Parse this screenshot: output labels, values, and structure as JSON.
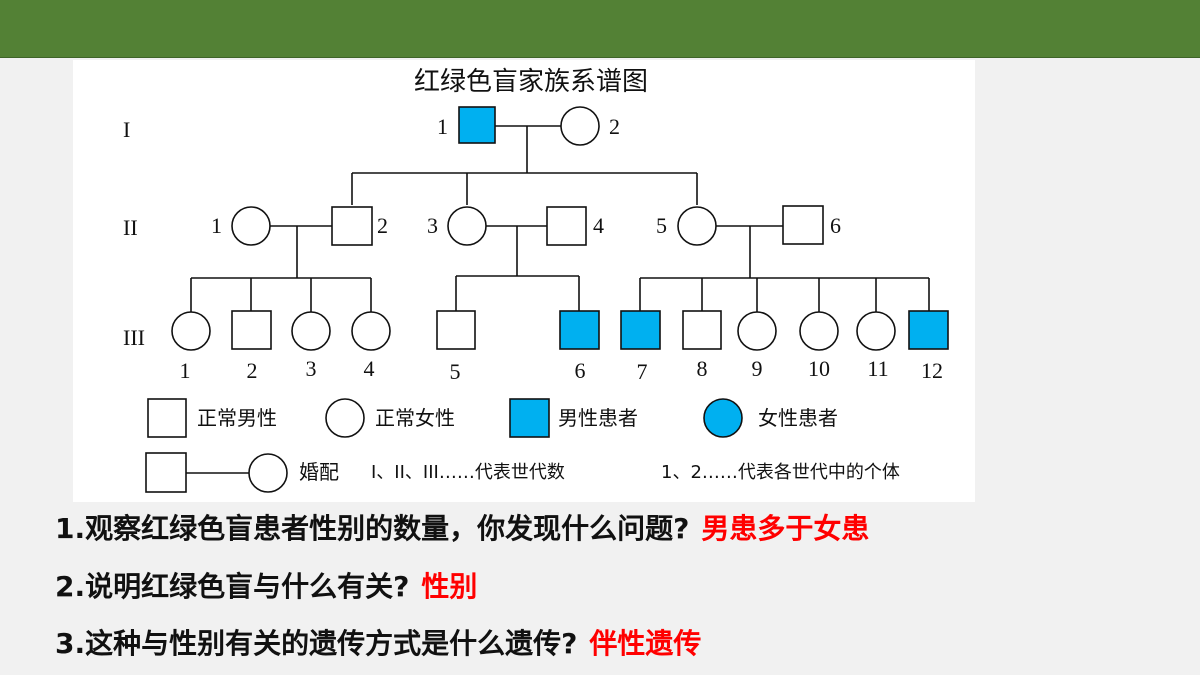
{
  "diagram": {
    "title": "红绿色盲家族系谱图",
    "generations": [
      "I",
      "II",
      "III"
    ],
    "gen1": {
      "m1": "1",
      "f2": "2"
    },
    "gen2": {
      "f1": "1",
      "m2": "2",
      "f3": "3",
      "m4": "4",
      "f5": "5",
      "m6": "6"
    },
    "gen3": [
      "1",
      "2",
      "3",
      "4",
      "5",
      "6",
      "7",
      "8",
      "9",
      "10",
      "11",
      "12"
    ],
    "legend": {
      "normal_male": "正常男性",
      "normal_female": "正常女性",
      "affected_male": "男性患者",
      "affected_female": "女性患者",
      "marriage": "婚配",
      "gen_note": "I、II、III……代表世代数",
      "ind_note": "1、2……代表各世代中的个体"
    },
    "colors": {
      "affected": "#00b0f0",
      "header": "#538135",
      "answer": "#ff0000"
    }
  },
  "questions": [
    {
      "q": "1.观察红绿色盲患者性别的数量，你发现什么问题?",
      "a": "男患多于女患"
    },
    {
      "q": "2.说明红绿色盲与什么有关?",
      "a": "性别"
    },
    {
      "q": "3.这种与性别有关的遗传方式是什么遗传?",
      "a": "伴性遗传"
    }
  ]
}
